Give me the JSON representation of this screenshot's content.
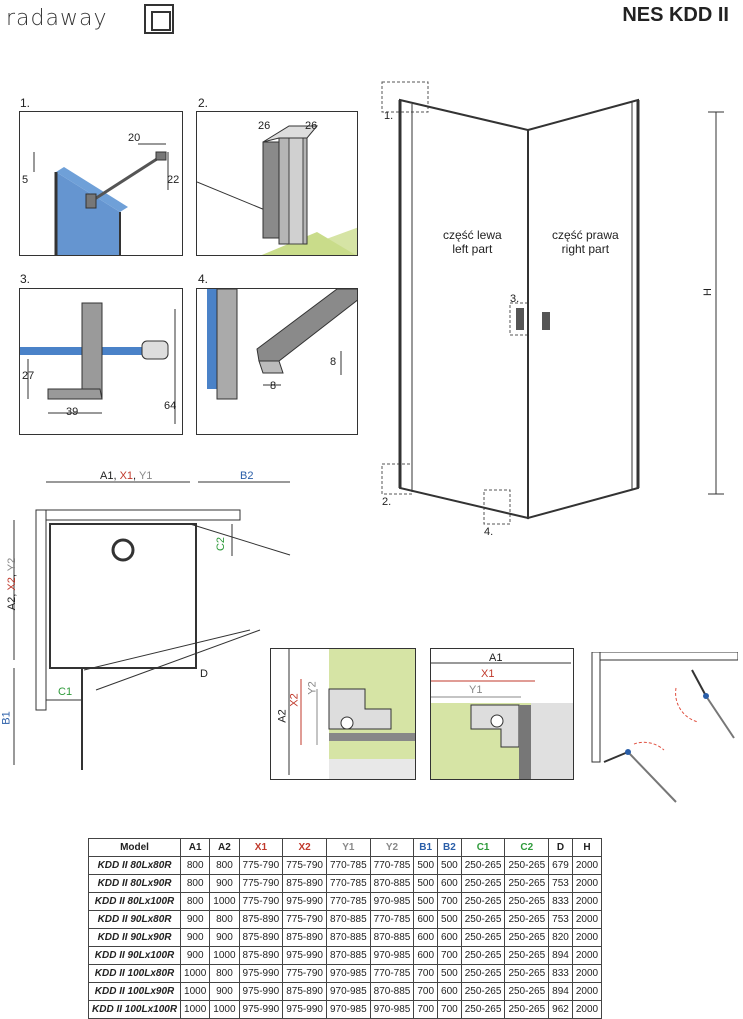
{
  "header": {
    "brand": "radaway",
    "title": "NES KDD II"
  },
  "details": {
    "p1": {
      "num": "1.",
      "d20": "20",
      "d5": "5",
      "d22": "22"
    },
    "p2": {
      "num": "2.",
      "d26a": "26",
      "d26b": "26"
    },
    "p3": {
      "num": "3.",
      "d27": "27",
      "d39": "39",
      "d64": "64"
    },
    "p4": {
      "num": "4.",
      "d8a": "8",
      "d8b": "8"
    }
  },
  "front": {
    "left": "część lewa",
    "left_en": "left part",
    "right": "część prawa",
    "right_en": "right part",
    "H": "H",
    "marker1": "1.",
    "marker2": "2.",
    "marker3": "3.",
    "marker4": "4."
  },
  "plan": {
    "top_dim_a": "A1, ",
    "top_dim_x": "X1",
    "top_dim_sep": ", ",
    "top_dim_y": "Y1",
    "top_dim_b": "B2",
    "side_a": "A2, ",
    "side_x": "X2",
    "side_sep": ", ",
    "side_y": "Y2",
    "side_b": "B1",
    "c1": "C1",
    "c2": "C2",
    "d": "D"
  },
  "zoom_left": {
    "a2": "A2",
    "x2": "X2",
    "y2": "Y2"
  },
  "zoom_right": {
    "a1": "A1",
    "x1": "X1",
    "y1": "Y1"
  },
  "table": {
    "headers": [
      "Model",
      "A1",
      "A2",
      "X1",
      "X2",
      "Y1",
      "Y2",
      "B1",
      "B2",
      "C1",
      "C2",
      "D",
      "H"
    ],
    "header_colors": [
      "#222",
      "#222",
      "#222",
      "#c0392b",
      "#c0392b",
      "#888",
      "#888",
      "#2a5ea8",
      "#2a5ea8",
      "#2e9a3a",
      "#2e9a3a",
      "#222",
      "#222"
    ],
    "rows": [
      [
        "KDD II 80Lx80R",
        "800",
        "800",
        "775-790",
        "775-790",
        "770-785",
        "770-785",
        "500",
        "500",
        "250-265",
        "250-265",
        "679",
        "2000"
      ],
      [
        "KDD II 80Lx90R",
        "800",
        "900",
        "775-790",
        "875-890",
        "770-785",
        "870-885",
        "500",
        "600",
        "250-265",
        "250-265",
        "753",
        "2000"
      ],
      [
        "KDD II 80Lx100R",
        "800",
        "1000",
        "775-790",
        "975-990",
        "770-785",
        "970-985",
        "500",
        "700",
        "250-265",
        "250-265",
        "833",
        "2000"
      ],
      [
        "KDD II 90Lx80R",
        "900",
        "800",
        "875-890",
        "775-790",
        "870-885",
        "770-785",
        "600",
        "500",
        "250-265",
        "250-265",
        "753",
        "2000"
      ],
      [
        "KDD II 90Lx90R",
        "900",
        "900",
        "875-890",
        "875-890",
        "870-885",
        "870-885",
        "600",
        "600",
        "250-265",
        "250-265",
        "820",
        "2000"
      ],
      [
        "KDD II 90Lx100R",
        "900",
        "1000",
        "875-890",
        "975-990",
        "870-885",
        "970-985",
        "600",
        "700",
        "250-265",
        "250-265",
        "894",
        "2000"
      ],
      [
        "KDD II 100Lx80R",
        "1000",
        "800",
        "975-990",
        "775-790",
        "970-985",
        "770-785",
        "700",
        "500",
        "250-265",
        "250-265",
        "833",
        "2000"
      ],
      [
        "KDD II 100Lx90R",
        "1000",
        "900",
        "975-990",
        "875-890",
        "970-985",
        "870-885",
        "700",
        "600",
        "250-265",
        "250-265",
        "894",
        "2000"
      ],
      [
        "KDD II 100Lx100R",
        "1000",
        "1000",
        "975-990",
        "975-990",
        "970-985",
        "970-985",
        "700",
        "700",
        "250-265",
        "250-265",
        "962",
        "2000"
      ]
    ]
  }
}
